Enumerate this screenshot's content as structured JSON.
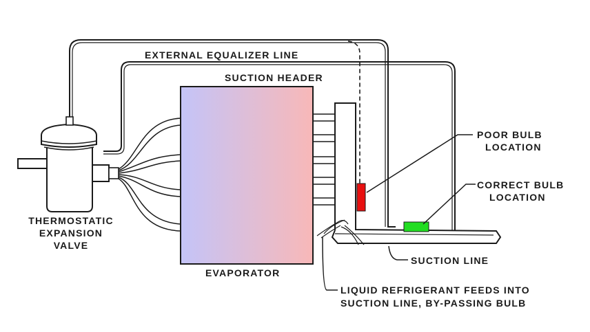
{
  "labels": {
    "external_equalizer_line": "EXTERNAL EQUALIZER LINE",
    "suction_header": "SUCTION HEADER",
    "poor_bulb_location": [
      "POOR BULB",
      "LOCATION"
    ],
    "correct_bulb_location": [
      "CORRECT BULB",
      "LOCATION"
    ],
    "thermostatic_expansion_valve": [
      "THERMOSTATIC",
      "EXPANSION",
      "VALVE"
    ],
    "evaporator": "EVAPORATOR",
    "suction_line": "SUCTION LINE",
    "liquid_refrigerant_note": [
      "LIQUID REFRIGERANT FEEDS INTO",
      "SUCTION LINE, BY-PASSING BULB"
    ]
  },
  "colors": {
    "line": "#1a1a1a",
    "evaporator_left": "#c4c4f8",
    "evaporator_right": "#f8b8b8",
    "poor_bulb": "#e81010",
    "correct_bulb": "#22dd22"
  }
}
